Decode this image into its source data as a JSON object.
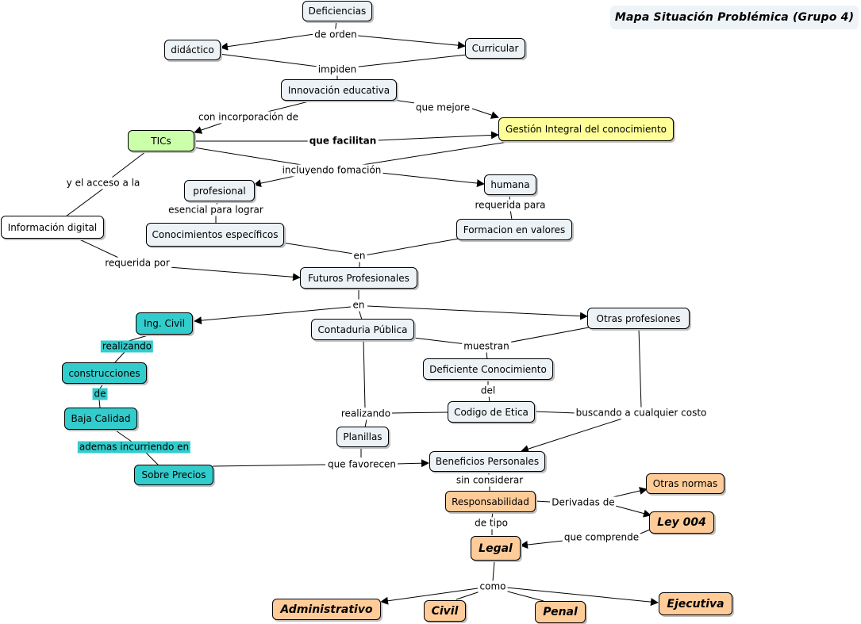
{
  "title": "Mapa Situación Problémica (Grupo 4)",
  "nodes": {
    "deficiencias": "Deficiencias",
    "didactico": "didáctico",
    "curricular": "Curricular",
    "innovacion": "Innovación educativa",
    "tics": "TICs",
    "gestion": "Gestión Integral del conocimiento",
    "profesional": "profesional",
    "humana": "humana",
    "informacion": "Información digital",
    "conocimientos": "Conocimientos específicos",
    "formacion_valores": "Formacion en valores",
    "futuros": "Futuros Profesionales",
    "ing_civil": "Ing. Civil",
    "contaduria": "Contaduria Pública",
    "otras_profesiones": "Otras profesiones",
    "construcciones": "construcciones",
    "deficiente": "Deficiente Conocimiento",
    "baja_calidad": "Baja Calidad",
    "codigo_etica": "Codigo de Etica",
    "planillas": "Planillas",
    "sobre_precios": "Sobre Precios",
    "beneficios": "Beneficios Personales",
    "otras_normas": "Otras normas",
    "responsabilidad": "Responsabilidad",
    "ley004": "Ley 004",
    "legal": "Legal",
    "administrativo": "Administrativo",
    "civil": "Civil",
    "penal": "Penal",
    "ejecutiva": "Ejecutiva"
  },
  "links": {
    "de_orden": "de orden",
    "impiden": "impiden",
    "que_mejore": "que mejore",
    "con_incorporacion": "con incorporación de",
    "que_facilitan": "que facilitan",
    "y_acceso": "y el acceso a la",
    "incluyendo": "incluyendo fomación",
    "esencial": "esencial para lograr",
    "requerida_para": "requerida para",
    "en1": "en",
    "requerida_por": "requerida por",
    "en2": "en",
    "realizando1": "realizando",
    "muestran": "muestran",
    "de": "de",
    "del": "del",
    "realizando2": "realizando",
    "buscando": "buscando a cualquier costo",
    "ademas": "ademas incurriendo en",
    "que_favorecen": "que favorecen",
    "sin_considerar": "sin considerar",
    "derivadas": "Derivadas de",
    "de_tipo": "de tipo",
    "que_comprende": "que comprende",
    "como": "como"
  },
  "colors": {
    "node_default": "#ecf2f5",
    "tics": "#ccffaa",
    "gestion": "#ffff99",
    "teal": "#33cccc",
    "orange": "#ffcc99"
  }
}
